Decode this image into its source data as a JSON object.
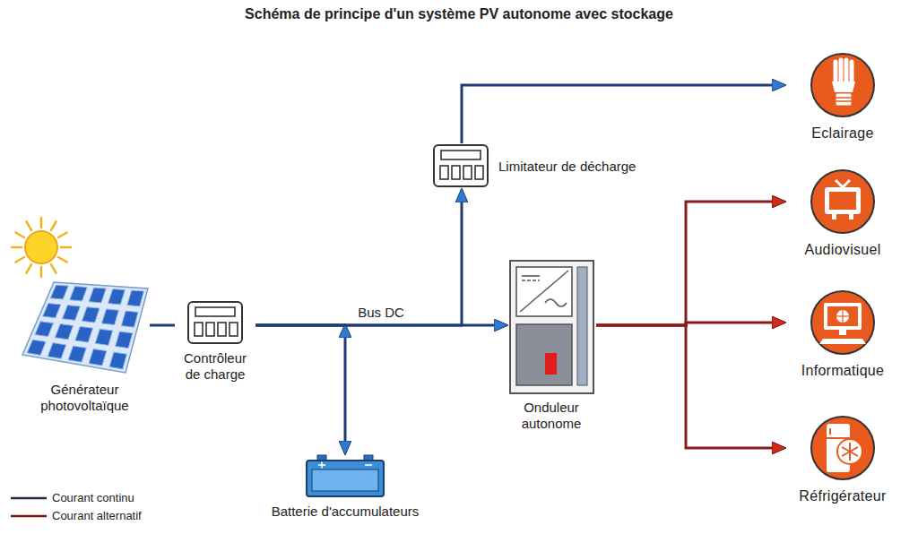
{
  "diagram": {
    "title": "Schéma de principe d'un système PV autonome avec stockage",
    "nodes": [
      {
        "text": [
          "Générateur photovoltaïque"
        ]
      },
      {
        "text": [
          "Contrôleur de charge"
        ]
      },
      {
        "text": [
          "Batterie d'accumulateurs"
        ]
      },
      {
        "text": [
          "Limitateur de décharge"
        ]
      },
      {
        "text": [
          "Onduleur autonome"
        ]
      },
      {
        "text": [
          "Eclairage"
        ]
      },
      {
        "text": [
          "Audiovisuel"
        ]
      },
      {
        "text": [
          "Informatique"
        ]
      },
      {
        "text": [
          "Réfrigérateur"
        ]
      }
    ],
    "edges": [
      {
        "from": 0,
        "to": 1,
        "arrow": "none"
      },
      {
        "from": 1,
        "to": 4,
        "arrow": "to",
        "label": "Bus DC"
      },
      {
        "from": 1,
        "to": 2,
        "arrow": "both"
      },
      {
        "from": 1,
        "to": 3,
        "arrow": "to"
      },
      {
        "from": 3,
        "to": 5,
        "arrow": "to"
      },
      {
        "from": 4,
        "to": 6,
        "arrow": "to"
      },
      {
        "from": 4,
        "to": 7,
        "arrow": "to"
      },
      {
        "from": 4,
        "to": 8,
        "arrow": "to"
      }
    ],
    "legend": [
      {
        "text": "Courant continu"
      },
      {
        "text": "Courant alternatif"
      }
    ]
  }
}
